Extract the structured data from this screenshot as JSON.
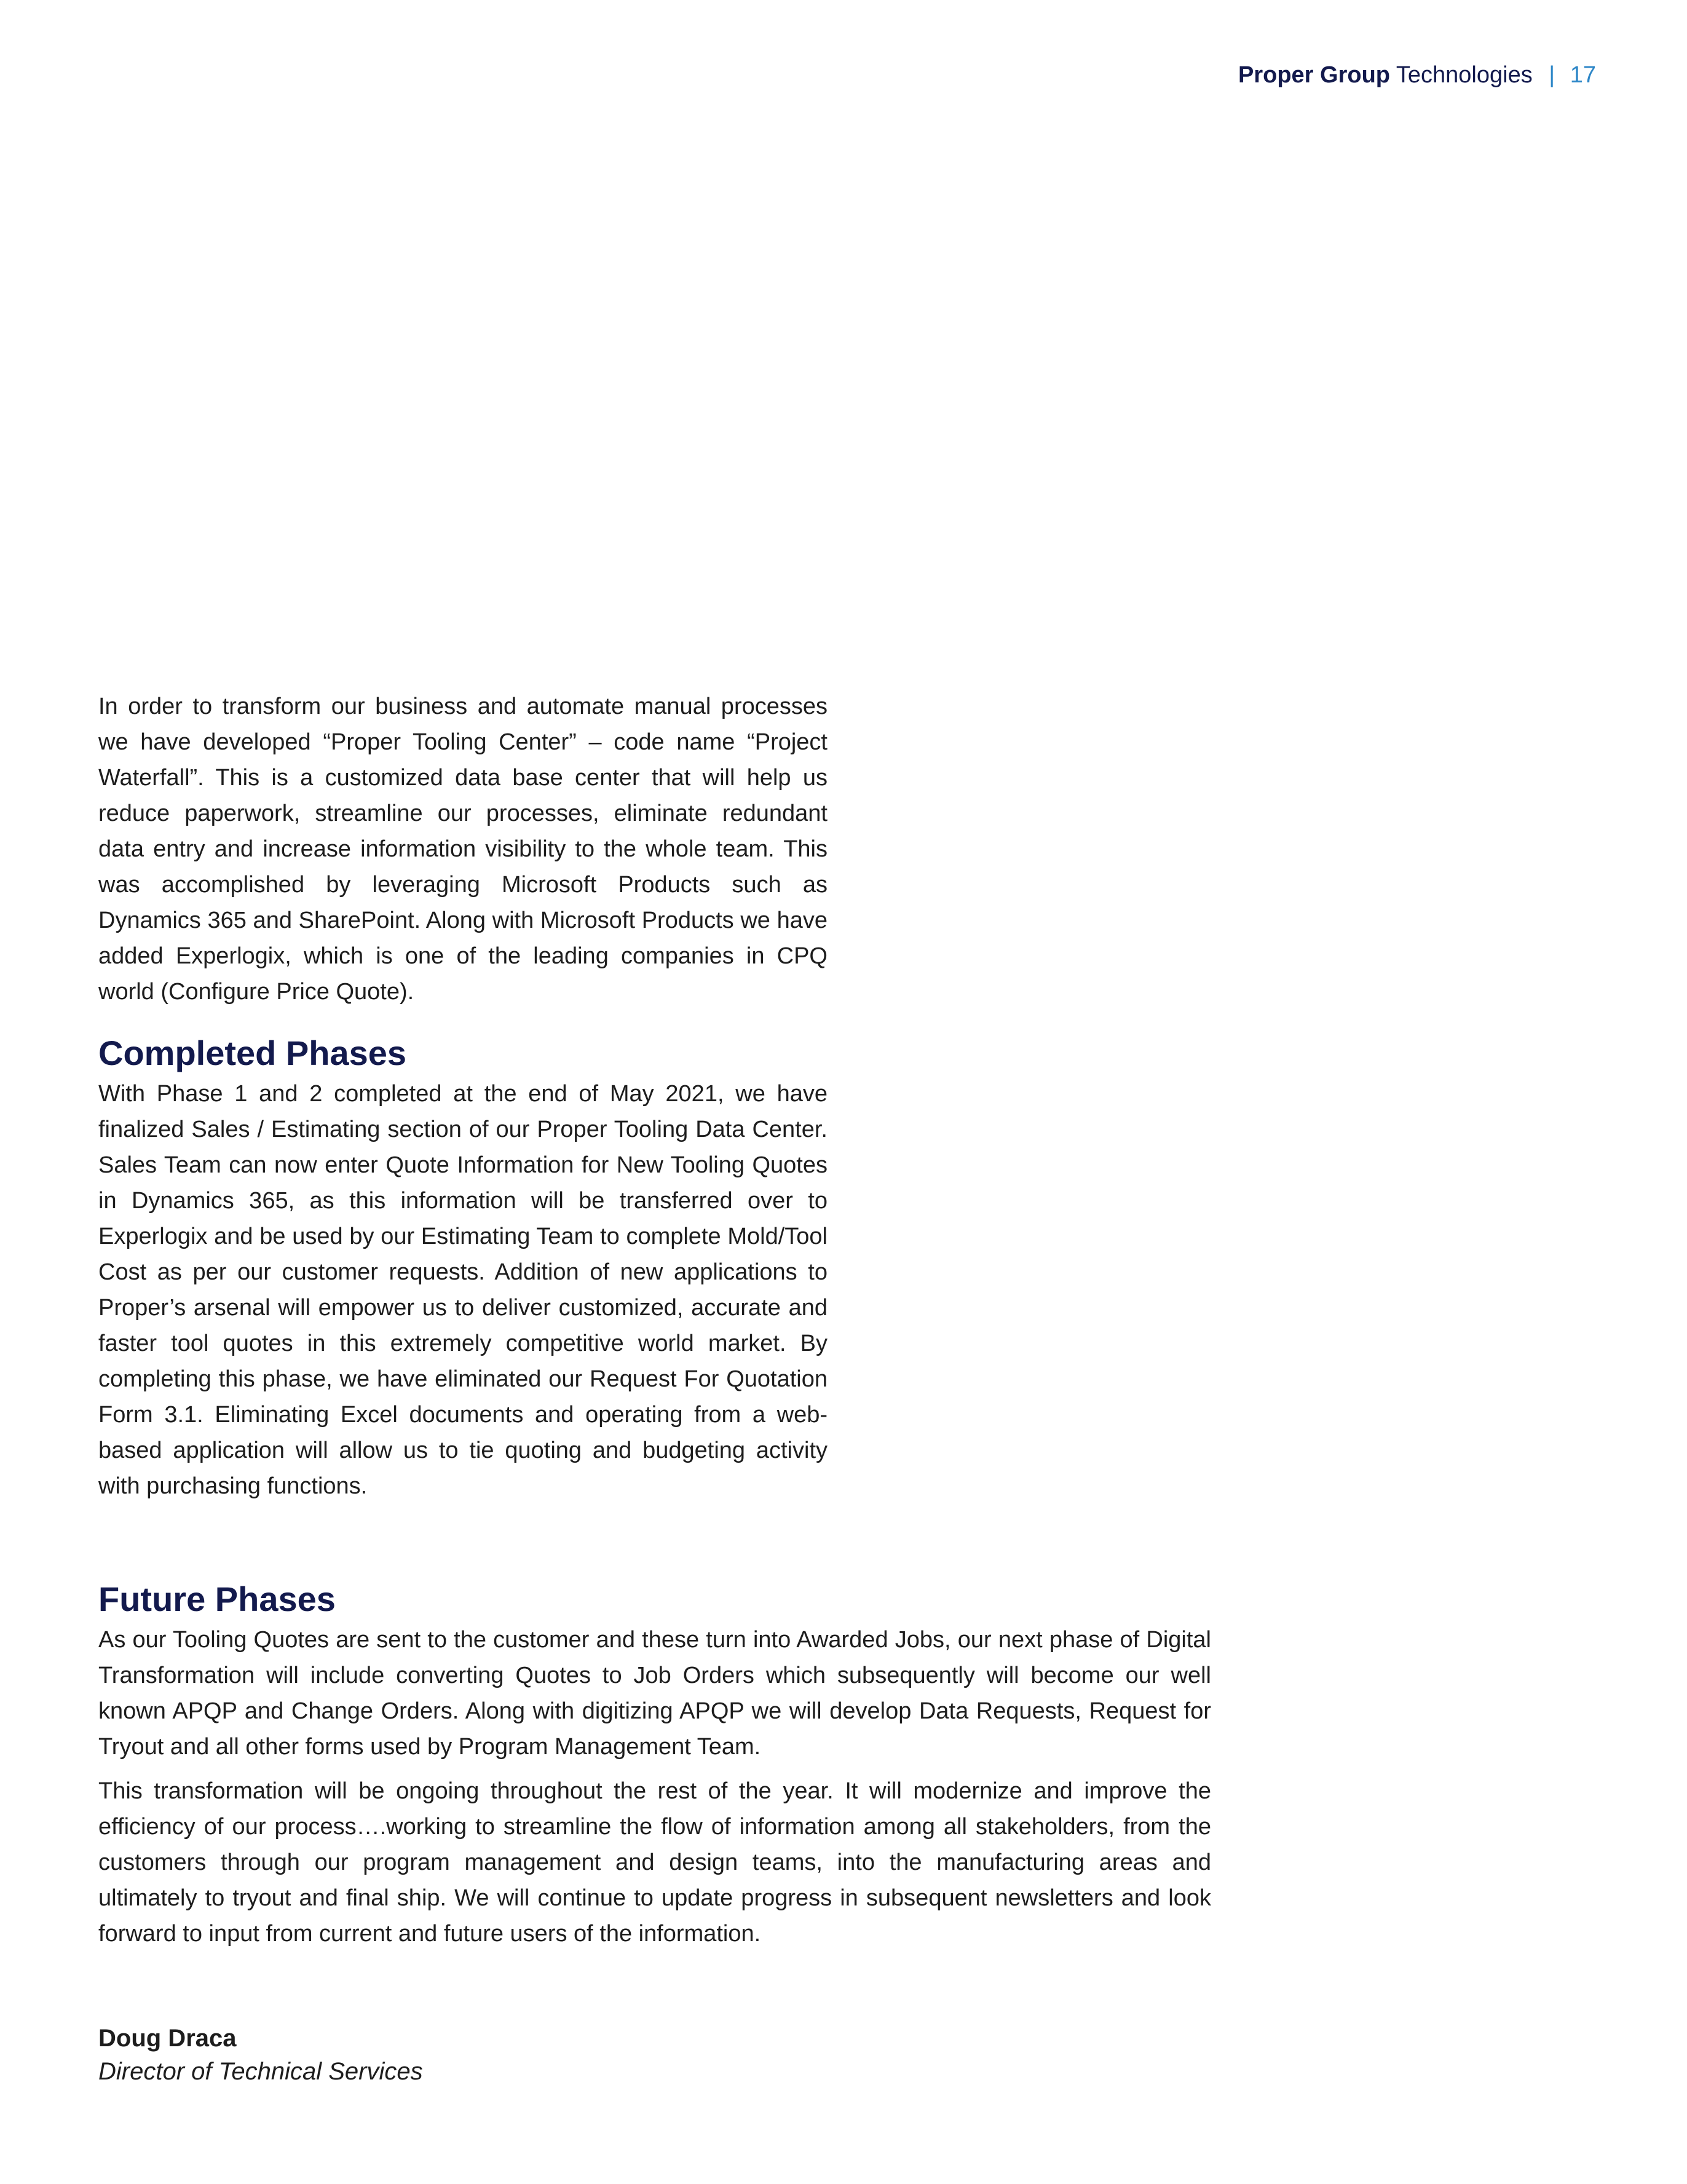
{
  "header": {
    "brand": "Proper Group",
    "brand_suffix": "Technologies",
    "separator": "|",
    "page_number": "17"
  },
  "intro": {
    "paragraph": "In order to transform our business and automate manual processes we have developed “Proper Tooling Center” – code name “Project Waterfall”.  This is a customized data base center that will help us reduce paperwork, streamline our processes, eliminate redundant data entry and increase information visibility to the whole team. This was accomplished by leveraging Microsoft Products such as Dynamics 365 and SharePoint. Along with Microsoft Products we have added Experlogix, which is one of the leading companies in CPQ world (Configure Price Quote)."
  },
  "completed_phases": {
    "heading": "Completed Phases",
    "paragraph": "With Phase 1 and 2 completed at the end of May 2021, we have finalized Sales / Estimating section of our Proper Tooling Data Center. Sales Team can now enter Quote Information for New Tooling Quotes in Dynamics 365, as this information will be transferred over to Experlogix and be used by our Estimating Team to complete Mold/Tool Cost as per our customer requests. Addition of new applications to Proper’s arsenal will empower us to deliver customized, accurate and faster tool quotes in this extremely competitive world market. By completing this phase, we have eliminated our Request For Quotation Form 3.1. Eliminating Excel documents and operating from a web-based application will allow us to tie quoting and budgeting activity with purchasing functions."
  },
  "future_phases": {
    "heading": "Future Phases",
    "paragraph_1": "As our Tooling Quotes are sent to the customer and these turn into Awarded Jobs, our next phase of Digital Transformation will include converting Quotes to Job Orders which subsequently will become our well known APQP and Change Orders. Along with digitizing APQP we will develop Data Requests, Request for Tryout and all other forms used by Program Management Team.",
    "paragraph_2": "This transformation will be ongoing throughout the rest of the year.  It will modernize and improve the efficiency of our process….working to streamline the flow of information among all stakeholders, from the customers through our program management and design teams, into the manufacturing areas and ultimately to tryout and final ship.  We will continue to update progress in subsequent newsletters and look forward to input from current and future users of the information."
  },
  "signature": {
    "name": "Doug Draca",
    "title": "Director of Technical Services"
  }
}
